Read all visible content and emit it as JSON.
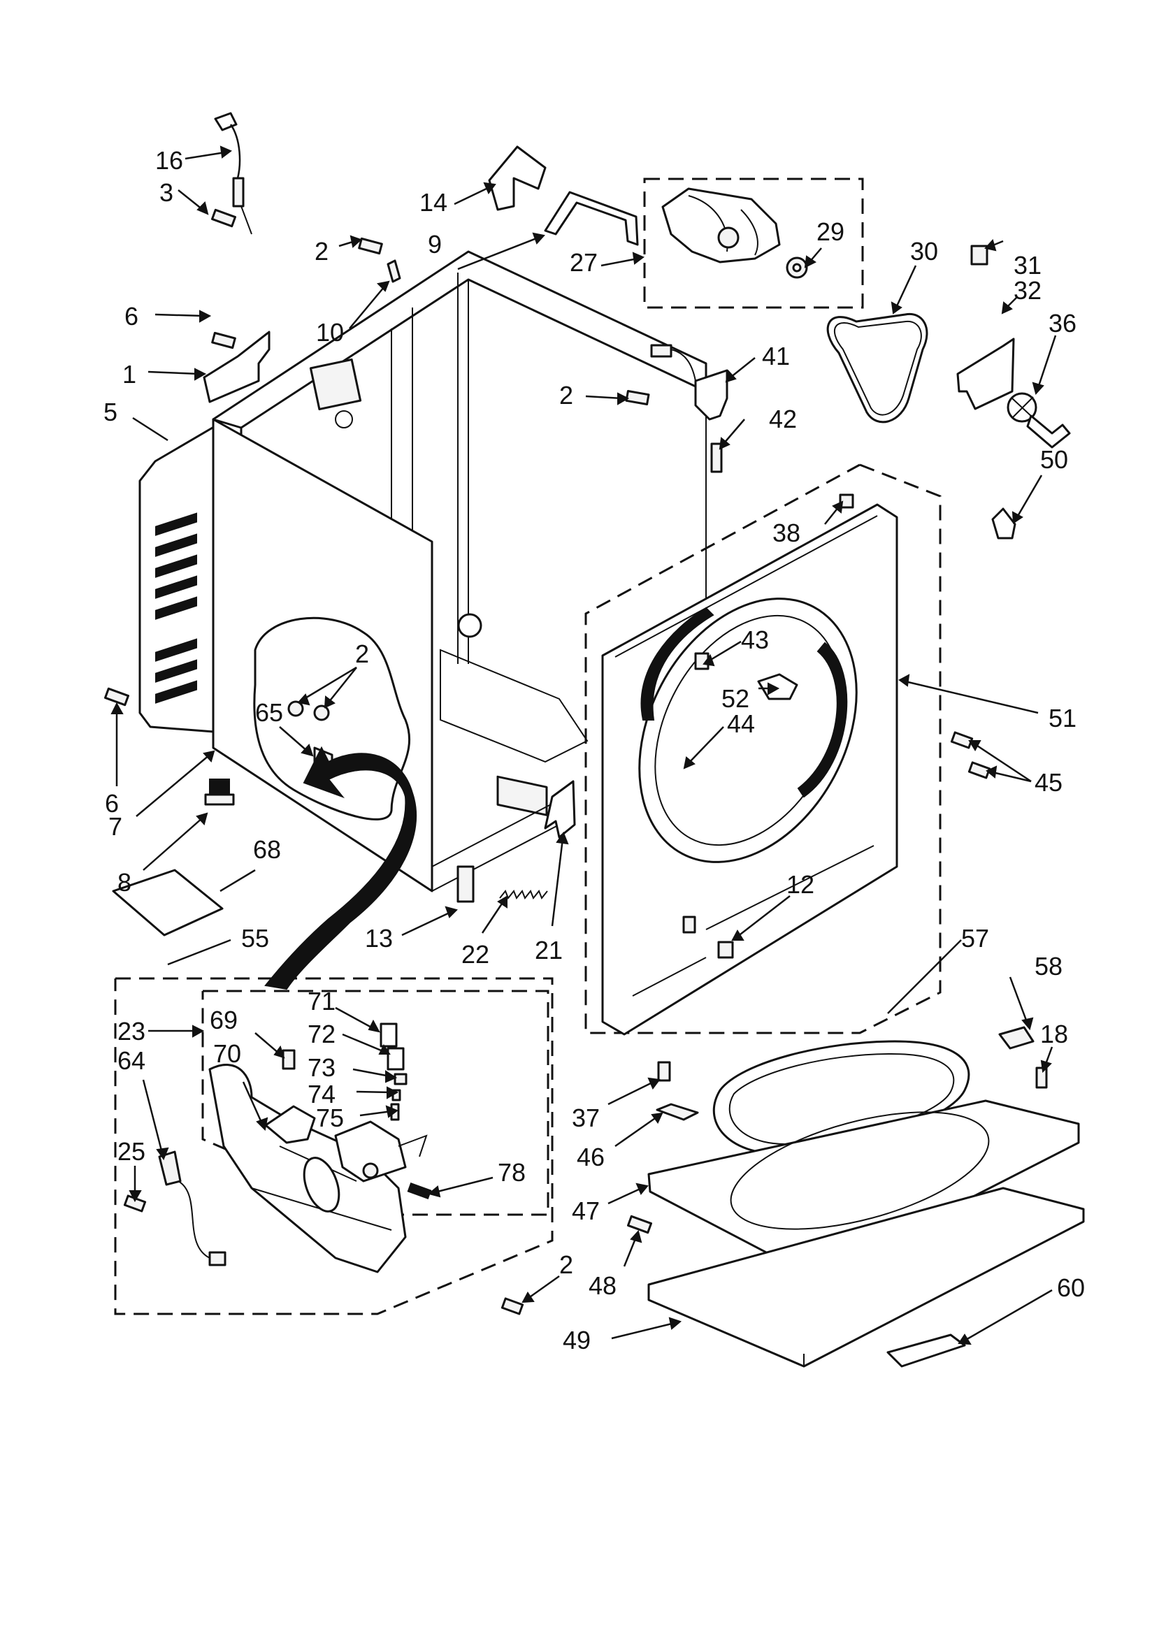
{
  "callouts": [
    {
      "id": "c16",
      "label": "16"
    },
    {
      "id": "c3",
      "label": "3"
    },
    {
      "id": "c14",
      "label": "14"
    },
    {
      "id": "c2a",
      "label": "2"
    },
    {
      "id": "c9",
      "label": "9"
    },
    {
      "id": "c27",
      "label": "27"
    },
    {
      "id": "c29",
      "label": "29"
    },
    {
      "id": "c30",
      "label": "30"
    },
    {
      "id": "c31",
      "label": "31"
    },
    {
      "id": "c32",
      "label": "32"
    },
    {
      "id": "c36",
      "label": "36"
    },
    {
      "id": "c6a",
      "label": "6"
    },
    {
      "id": "c10",
      "label": "10"
    },
    {
      "id": "c1",
      "label": "1"
    },
    {
      "id": "c41",
      "label": "41"
    },
    {
      "id": "c2b",
      "label": "2"
    },
    {
      "id": "c42",
      "label": "42"
    },
    {
      "id": "c5",
      "label": "5"
    },
    {
      "id": "c50",
      "label": "50"
    },
    {
      "id": "c38",
      "label": "38"
    },
    {
      "id": "c2c",
      "label": "2"
    },
    {
      "id": "c43",
      "label": "43"
    },
    {
      "id": "c65",
      "label": "65"
    },
    {
      "id": "c51",
      "label": "51"
    },
    {
      "id": "c52",
      "label": "52"
    },
    {
      "id": "c44",
      "label": "44"
    },
    {
      "id": "c45",
      "label": "45"
    },
    {
      "id": "c6b",
      "label": "6"
    },
    {
      "id": "c7",
      "label": "7"
    },
    {
      "id": "c68",
      "label": "68"
    },
    {
      "id": "c8",
      "label": "8"
    },
    {
      "id": "c12",
      "label": "12"
    },
    {
      "id": "c13",
      "label": "13"
    },
    {
      "id": "c22",
      "label": "22"
    },
    {
      "id": "c21",
      "label": "21"
    },
    {
      "id": "c55",
      "label": "55"
    },
    {
      "id": "c57",
      "label": "57"
    },
    {
      "id": "c58",
      "label": "58"
    },
    {
      "id": "c71",
      "label": "71"
    },
    {
      "id": "c23",
      "label": "23"
    },
    {
      "id": "c69",
      "label": "69"
    },
    {
      "id": "c72",
      "label": "72"
    },
    {
      "id": "c18",
      "label": "18"
    },
    {
      "id": "c64",
      "label": "64"
    },
    {
      "id": "c70",
      "label": "70"
    },
    {
      "id": "c73",
      "label": "73"
    },
    {
      "id": "c74",
      "label": "74"
    },
    {
      "id": "c75",
      "label": "75"
    },
    {
      "id": "c37",
      "label": "37"
    },
    {
      "id": "c46",
      "label": "46"
    },
    {
      "id": "c25",
      "label": "25"
    },
    {
      "id": "c78",
      "label": "78"
    },
    {
      "id": "c47",
      "label": "47"
    },
    {
      "id": "c2d",
      "label": "2"
    },
    {
      "id": "c48",
      "label": "48"
    },
    {
      "id": "c60",
      "label": "60"
    },
    {
      "id": "c49",
      "label": "49"
    }
  ]
}
